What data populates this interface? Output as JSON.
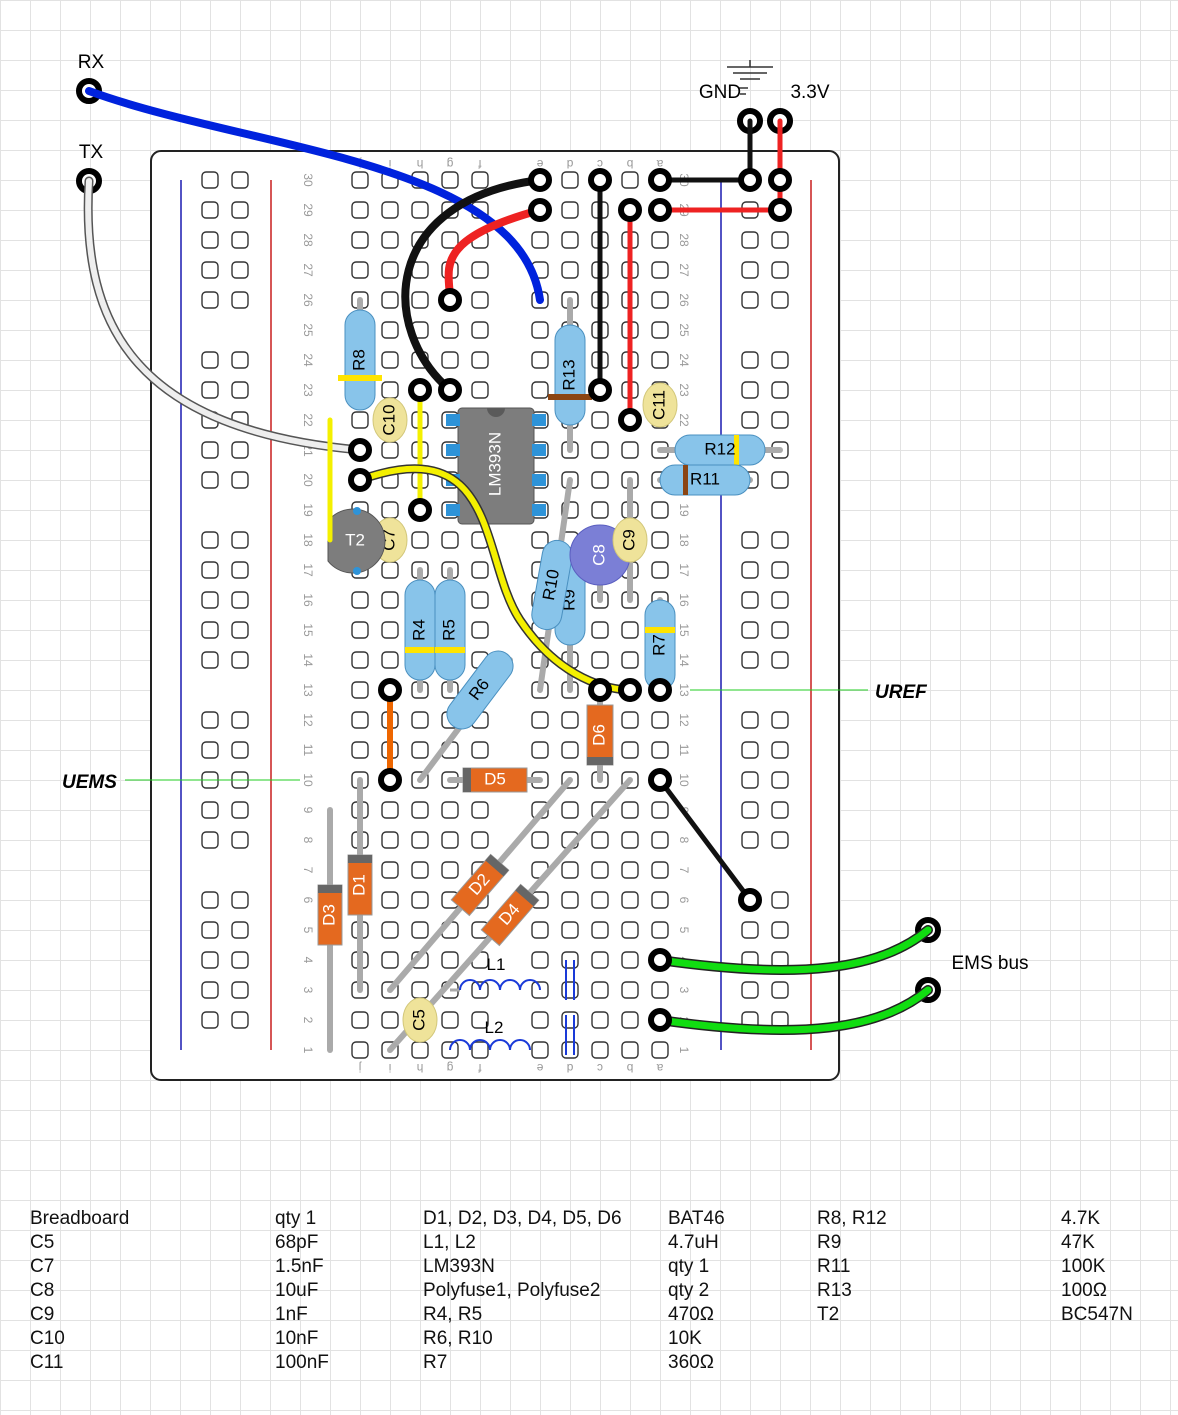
{
  "board": {
    "row_numbers": [
      "1",
      "2",
      "3",
      "4",
      "5",
      "6",
      "7",
      "8",
      "9",
      "10",
      "11",
      "12",
      "13",
      "14",
      "15",
      "16",
      "17",
      "18",
      "19",
      "20",
      "21",
      "22",
      "23",
      "24",
      "25",
      "26",
      "27",
      "28",
      "29",
      "30"
    ],
    "column_letters": [
      "j",
      "i",
      "h",
      "g",
      "f",
      "e",
      "d",
      "c",
      "b",
      "a"
    ]
  },
  "labels": {
    "rx": "RX",
    "tx": "TX",
    "gnd": "GND",
    "v33": "3.3V",
    "ems_bus": "EMS bus",
    "uref": "UREF",
    "uems": "UEMS"
  },
  "components": {
    "ic": "LM393N",
    "r8": "R8",
    "r13": "R13",
    "r12": "R12",
    "r11": "R11",
    "r4": "R4",
    "r5": "R5",
    "r10": "R10",
    "r9": "R9",
    "r6": "R6",
    "r7": "R7",
    "c10": "C10",
    "c11": "C11",
    "c7": "C7",
    "c8": "C8",
    "c9": "C9",
    "c5": "C5",
    "t2": "T2",
    "d1": "D1",
    "d2": "D2",
    "d3": "D3",
    "d4": "D4",
    "d5": "D5",
    "d6": "D6",
    "l1": "L1",
    "l2": "L2"
  },
  "colors": {
    "wire_blue": "#0022dd",
    "wire_white": "#dddddd",
    "wire_black": "#111111",
    "wire_red": "#ee2222",
    "wire_yellow": "#f4f000",
    "wire_orange": "#ee6600",
    "wire_green": "#11dd11",
    "resistor_body": "#88c4ea",
    "diode_body": "#e4691f",
    "capacitor_ceramic": "#efe39a",
    "capacitor_electrolytic": "#7b7fd6",
    "ic_body": "#7d7d7d",
    "rail_blue": "#1a1ab0",
    "rail_red": "#c81e1e"
  },
  "bom": [
    [
      "Breadboard",
      "qty 1",
      "D1, D2, D3, D4, D5, D6",
      "BAT46",
      "R8, R12",
      "4.7K"
    ],
    [
      "C5",
      "68pF",
      "L1, L2",
      "4.7uH",
      "R9",
      "47K"
    ],
    [
      "C7",
      "1.5nF",
      "LM393N",
      "qty 1",
      "R11",
      "100K"
    ],
    [
      "C8",
      "10uF",
      "Polyfuse1, Polyfuse2",
      "qty 2",
      "R13",
      "100Ω"
    ],
    [
      "C9",
      "1nF",
      "R4, R5",
      "470Ω",
      "T2",
      "BC547N"
    ],
    [
      "C10",
      "10nF",
      "R6, R10",
      "10K",
      "",
      ""
    ],
    [
      "C11",
      "100nF",
      "R7",
      "360Ω",
      "",
      ""
    ]
  ]
}
